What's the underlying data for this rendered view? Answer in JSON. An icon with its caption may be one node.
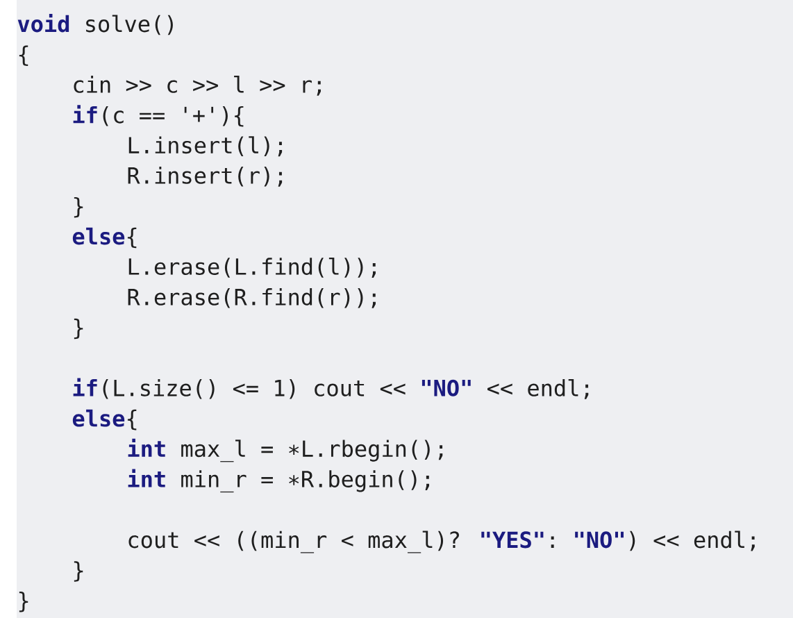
{
  "diagram": {
    "labels": [
      "**void** solve()",
      "{",
      "cin >> c >> l >> r;",
      "**if**(c == '+'){",
      "L.insert(l);",
      "R.insert(r);",
      "}",
      "**else**{",
      "L.erase(L.find(l));",
      "R.erase(R.find(r));",
      "}",
      "**if**(L.size() <= 1) cout << **\"NO\"** << endl;",
      "**else**{",
      "**int** max_l = ∗L.rbegin();",
      "**int** min_r = ∗R.begin();",
      "cout << ((min_r < max_l)? **\"YES\"**: **\"NO\"**) << endl;",
      "}",
      "}"
    ]
  }
}
